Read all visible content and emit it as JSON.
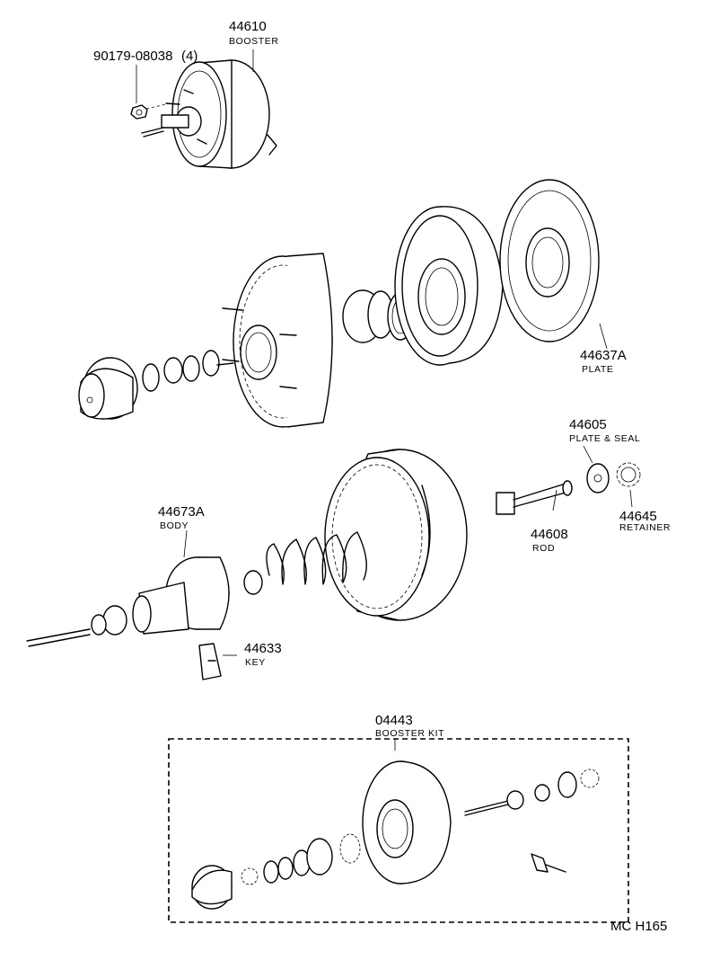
{
  "parts": {
    "booster": {
      "number": "44610",
      "name": "BOOSTER"
    },
    "nut": {
      "number": "90179-08038",
      "qty": "(4)"
    },
    "plate": {
      "number": "44637A",
      "name": "PLATE"
    },
    "plate_seal": {
      "number": "44605",
      "name": "PLATE & SEAL"
    },
    "body": {
      "number": "44673A",
      "name": "BODY"
    },
    "rod": {
      "number": "44608",
      "name": "ROD"
    },
    "retainer": {
      "number": "44645",
      "name": "RETAINER"
    },
    "key": {
      "number": "44633",
      "name": "KEY"
    },
    "booster_kit": {
      "number": "04443",
      "name": "BOOSTER KIT"
    }
  },
  "footer_code": "MC  H165"
}
